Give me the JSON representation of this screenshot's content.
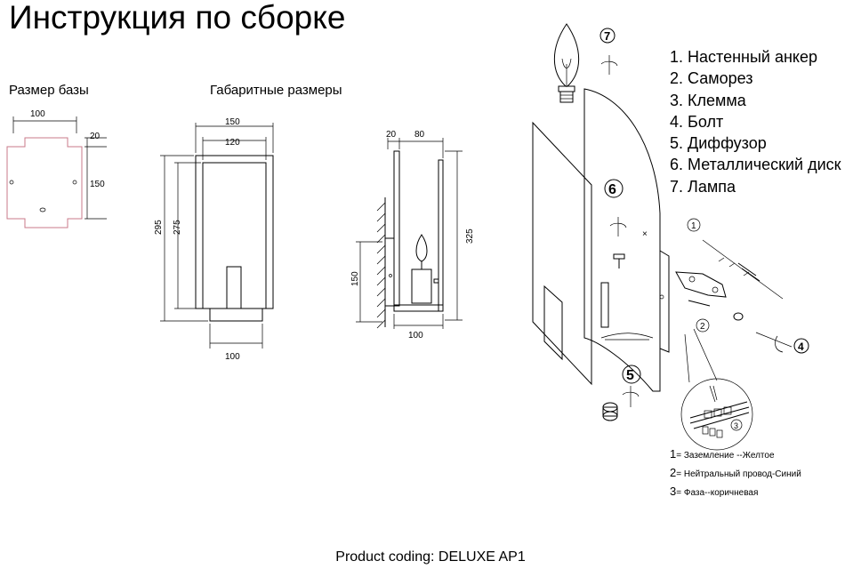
{
  "title": "Инструкция по сборке",
  "base_size": {
    "heading": "Размер базы",
    "width": "100",
    "notch": "20",
    "height": "150"
  },
  "overall": {
    "heading": "Габаритные размеры",
    "front_top_outer": "150",
    "front_top_inner": "120",
    "front_height_outer": "295",
    "front_height_inner": "275",
    "front_base": "100",
    "side_wall_gap": "20",
    "side_depth_top": "80",
    "side_height": "325",
    "side_mount_height": "150",
    "side_base": "100"
  },
  "parts": [
    "1. Настенный анкер",
    "2. Саморез",
    "3. Клемма",
    "4. Болт",
    "5. Диффузор",
    "6. Металлический диск",
    "7. Лампа"
  ],
  "callouts": [
    "1",
    "2",
    "3",
    "4",
    "5",
    "6",
    "7"
  ],
  "wiring": [
    {
      "num": "1",
      "text": "= Заземление --Желтое"
    },
    {
      "num": "2",
      "text": "= Нейтральный провод-Синий"
    },
    {
      "num": "3",
      "text": "= Фаза--коричневая"
    }
  ],
  "footer": "Product coding: DELUXE AP1"
}
